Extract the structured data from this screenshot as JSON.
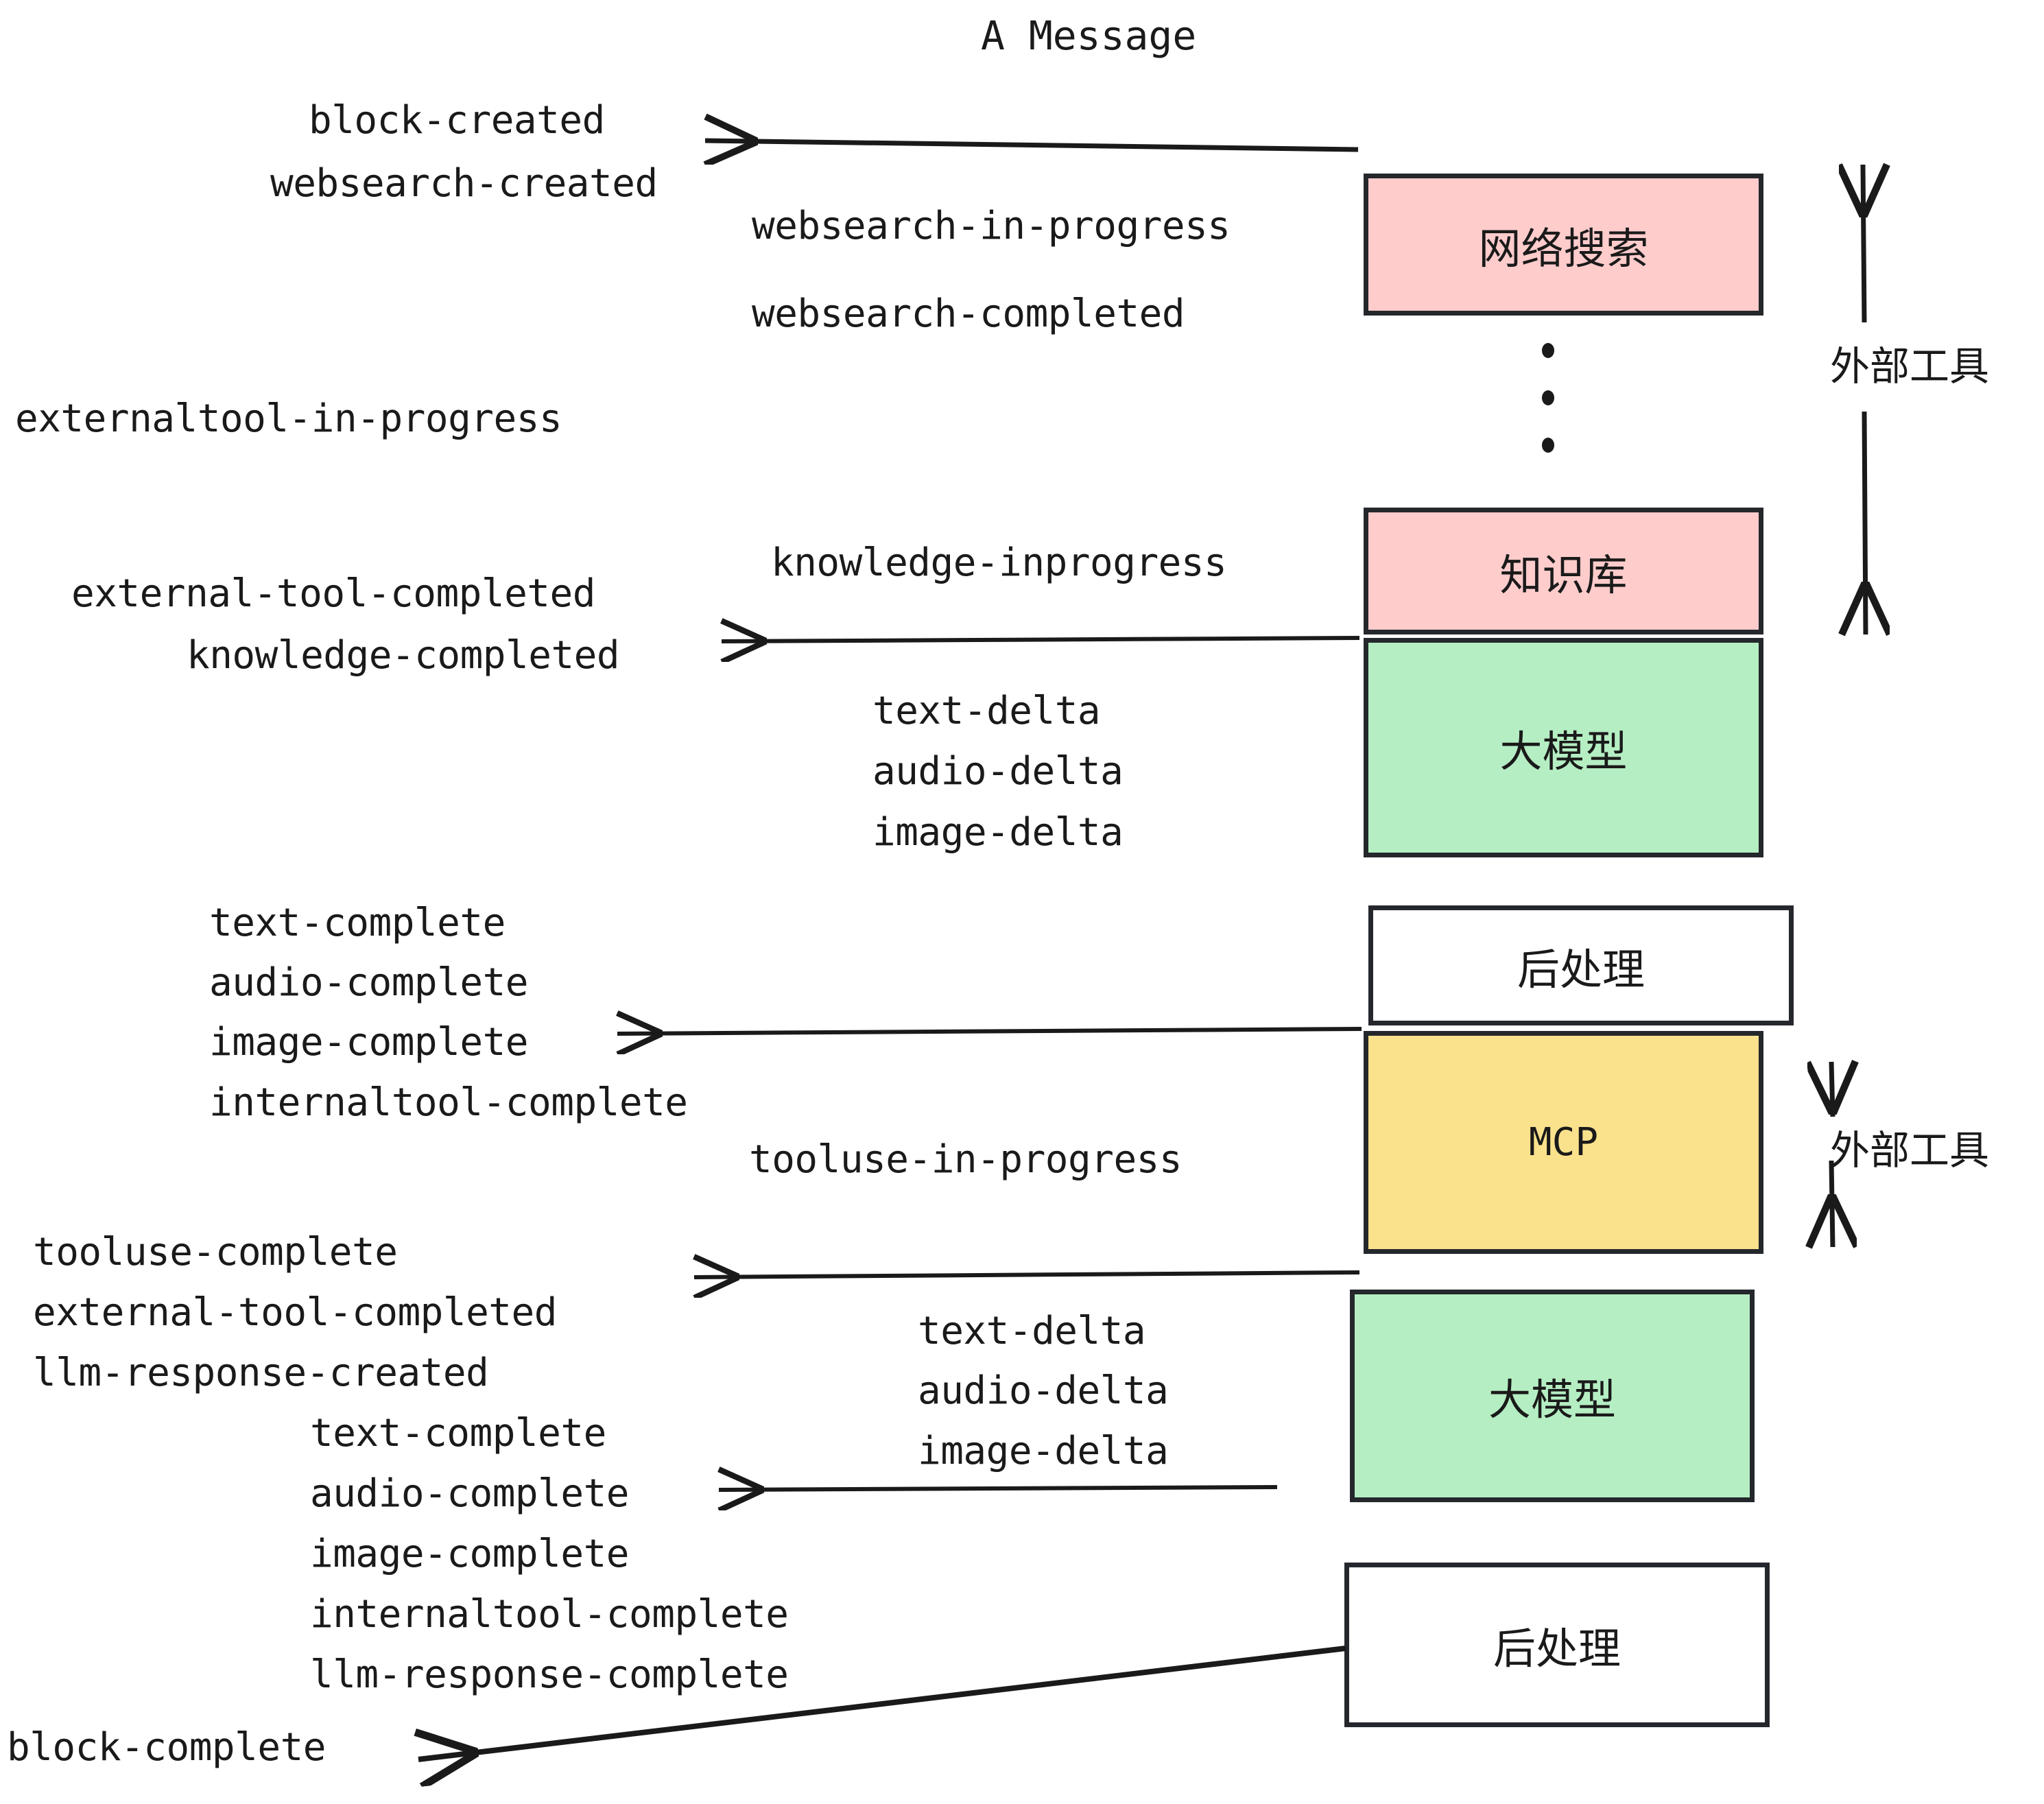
{
  "title": "A Message",
  "events": {
    "block_created": "block-created",
    "websearch_created": "websearch-created",
    "websearch_in_progress": "websearch-in-progress",
    "websearch_completed": "websearch-completed",
    "externaltool_in_progress": "externaltool-in-progress",
    "knowledge_inprogress": "knowledge-inprogress",
    "external_tool_completed_1": "external-tool-completed",
    "knowledge_completed": "knowledge-completed",
    "text_delta_1": "text-delta",
    "audio_delta_1": "audio-delta",
    "image_delta_1": "image-delta",
    "text_complete_1": "text-complete",
    "audio_complete_1": "audio-complete",
    "image_complete_1": "image-complete",
    "internaltool_complete_1": "internaltool-complete",
    "tooluse_in_progress": "tooluse-in-progress",
    "tooluse_complete": "tooluse-complete",
    "external_tool_completed_2": "external-tool-completed",
    "llm_response_created": "llm-response-created",
    "text_delta_2": "text-delta",
    "audio_delta_2": "audio-delta",
    "image_delta_2": "image-delta",
    "text_complete_2": "text-complete",
    "audio_complete_2": "audio-complete",
    "image_complete_2": "image-complete",
    "internaltool_complete_2": "internaltool-complete",
    "llm_response_complete": "llm-response-complete",
    "block_complete": "block-complete"
  },
  "nodes": {
    "websearch": "网络搜索",
    "knowledge": "知识库",
    "llm_top": "大模型",
    "postprocess_top": "后处理",
    "mcp": "MCP",
    "llm_bottom": "大模型",
    "postprocess_bottom": "后处理"
  },
  "annotations": {
    "external_tools_top": "外部工具",
    "external_tools_bottom": "外部工具"
  },
  "colors": {
    "pink": "#FFCCCC",
    "green": "#B5EEC3",
    "yellow": "#FAE18C",
    "white": "#FFFFFF",
    "stroke": "#24272B",
    "text": "#1A1A1A"
  }
}
